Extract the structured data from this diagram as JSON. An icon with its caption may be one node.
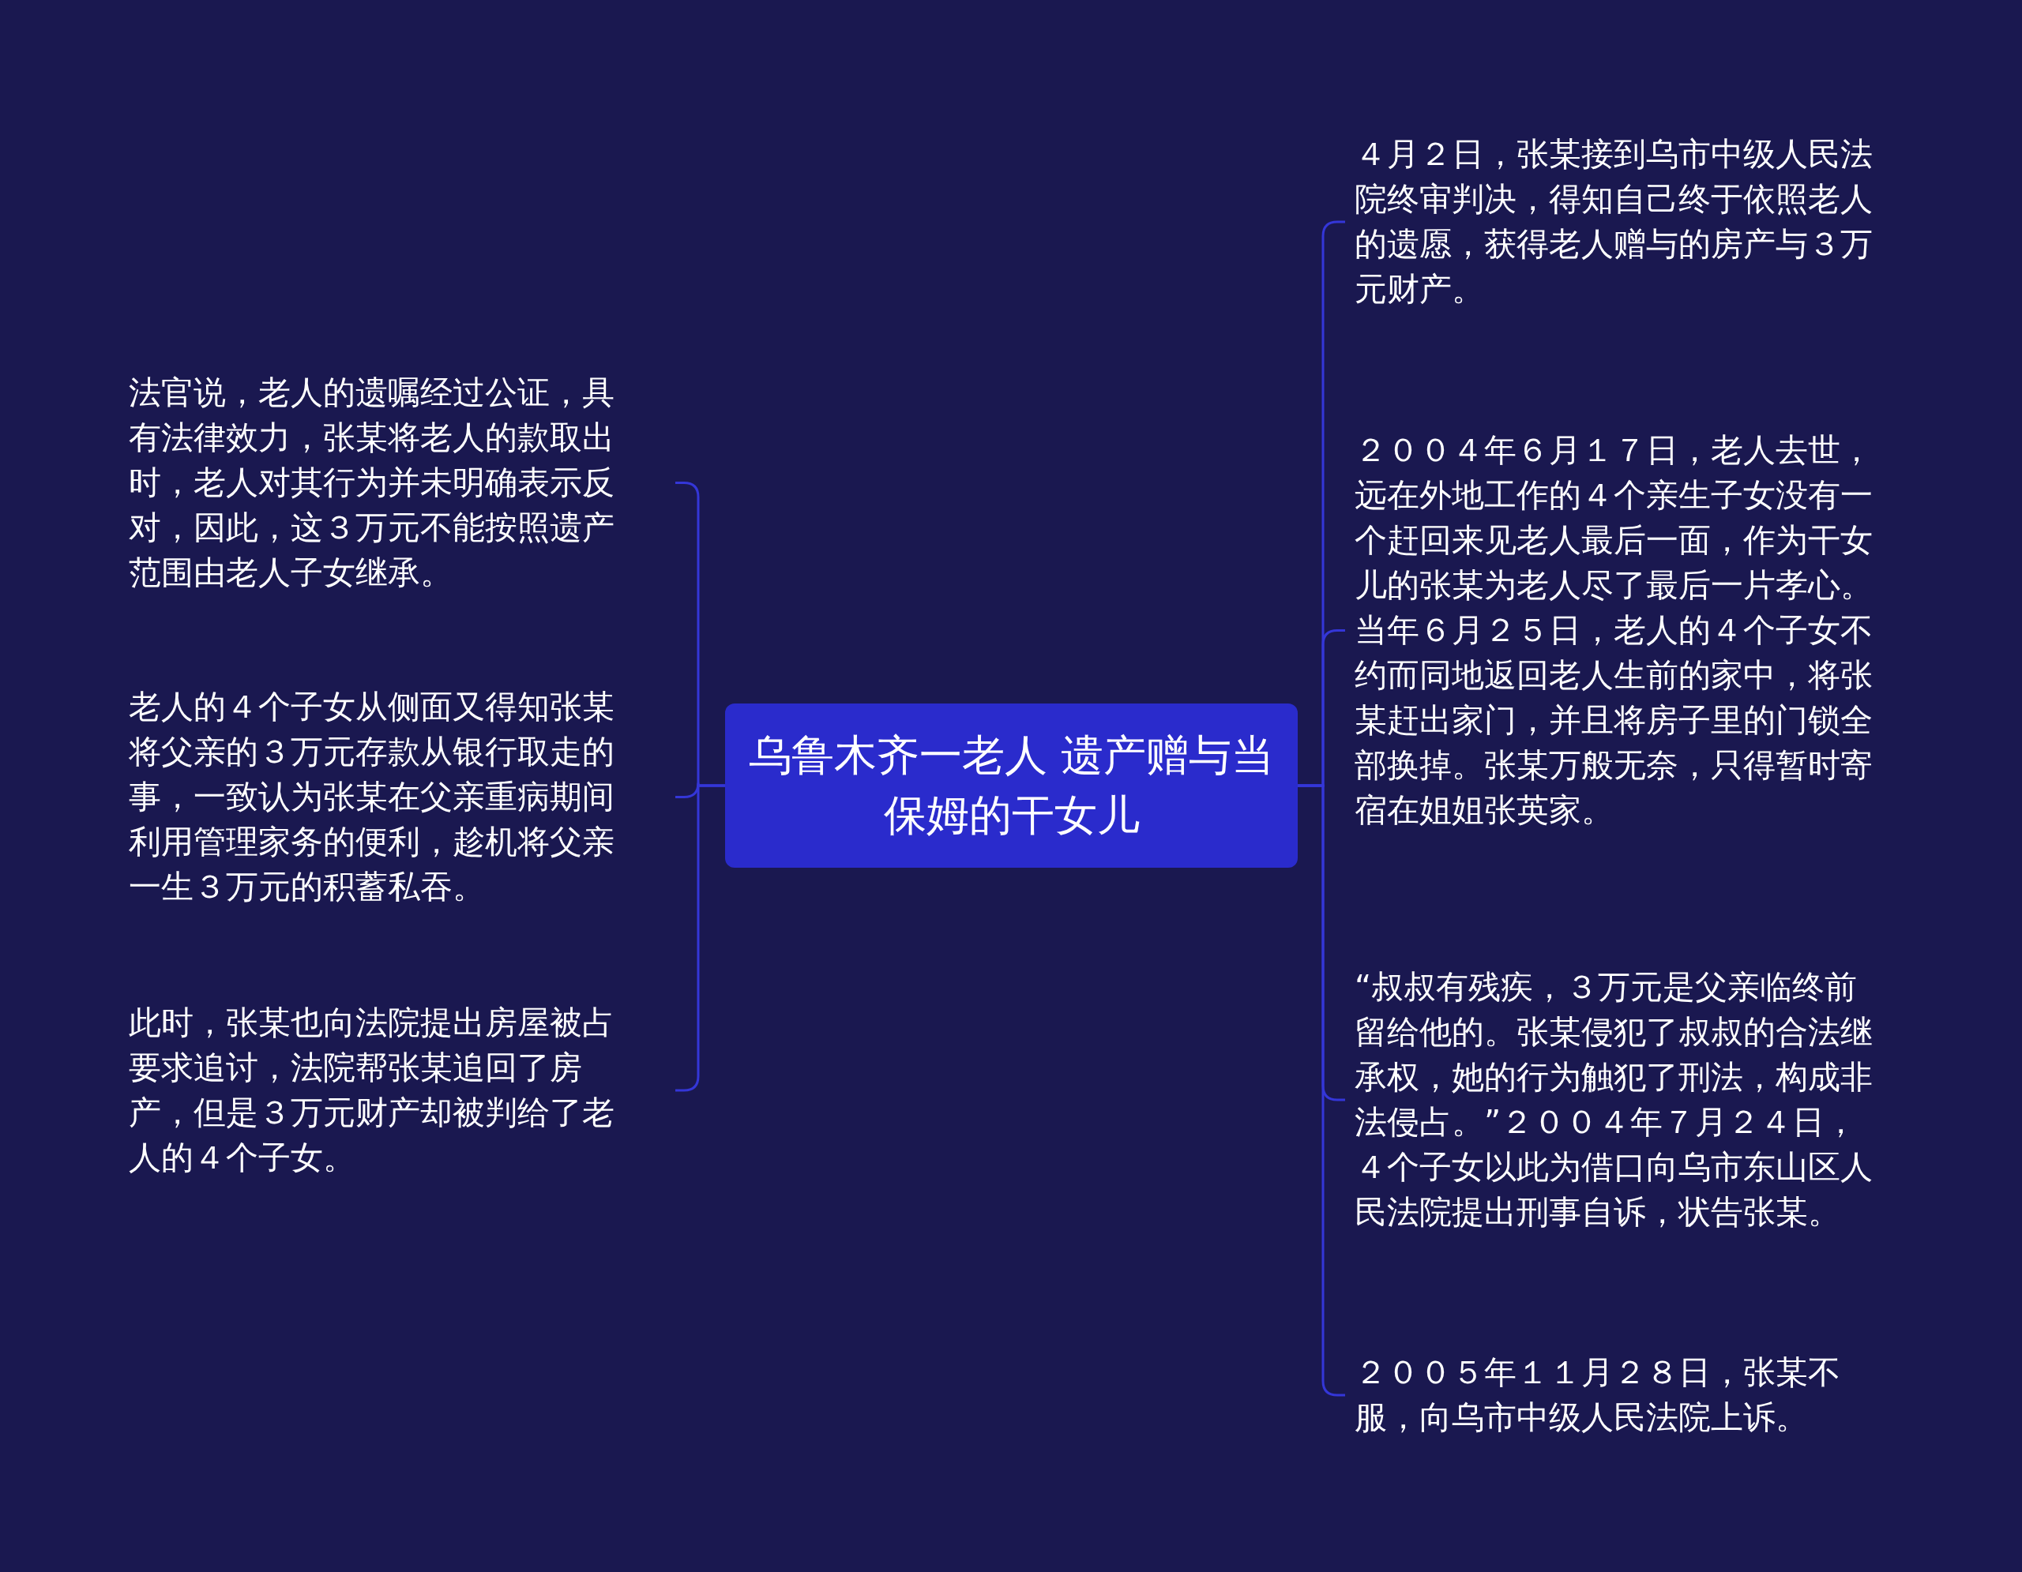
{
  "diagram": {
    "nodes": [
      {
        "text": [
          "乌鲁木齐一老人 遗产赠与当保姆的干女儿"
        ]
      },
      {
        "text": [
          "法官说，老人的遗嘱经过公证，具有法律效力，张某将老人的款取出时，老人对其行为并未明确表示反对，因此，这３万元不能按照遗产范围由老人子女继承。"
        ]
      },
      {
        "text": [
          "老人的４个子女从侧面又得知张某将父亲的３万元存款从银行取走的事，一致认为张某在父亲重病期间利用管理家务的便利，趁机将父亲一生３万元的积蓄私吞。"
        ]
      },
      {
        "text": [
          "此时，张某也向法院提出房屋被占要求追讨，法院帮张某追回了房产，但是３万元财产却被判给了老人的４个子女。"
        ]
      },
      {
        "text": [
          "４月２日，张某接到乌市中级人民法院终审判决，得知自己终于依照老人的遗愿，获得老人赠与的房产与３万元财产。"
        ]
      },
      {
        "text": [
          "２００４年６月１７日，老人去世，远在外地工作的４个亲生子女没有一个赶回来见老人最后一面，作为干女儿的张某为老人尽了最后一片孝心。当年６月２５日，老人的４个子女不约而同地返回老人生前的家中，将张某赶出家门，并且将房子里的门锁全部换掉。张某万般无奈，只得暂时寄宿在姐姐张英家。"
        ]
      },
      {
        "text": [
          "“叔叔有残疾，３万元是父亲临终前留给他的。张某侵犯了叔叔的合法继承权，她的行为触犯了刑法，构成非法侵占。”２００４年７月２４日，４个子女以此为借口向乌市东山区人民法院提出刑事自诉，状告张某。"
        ]
      },
      {
        "text": [
          "２００５年１１月２８日，张某不服，向乌市中级人民法院上诉。"
        ]
      }
    ],
    "edges": [
      {
        "from": 0,
        "to": 1,
        "arrow": "none"
      },
      {
        "from": 0,
        "to": 2,
        "arrow": "none"
      },
      {
        "from": 0,
        "to": 3,
        "arrow": "none"
      },
      {
        "from": 0,
        "to": 4,
        "arrow": "none"
      },
      {
        "from": 0,
        "to": 5,
        "arrow": "none"
      },
      {
        "from": 0,
        "to": 6,
        "arrow": "none"
      },
      {
        "from": 0,
        "to": 7,
        "arrow": "none"
      }
    ]
  }
}
